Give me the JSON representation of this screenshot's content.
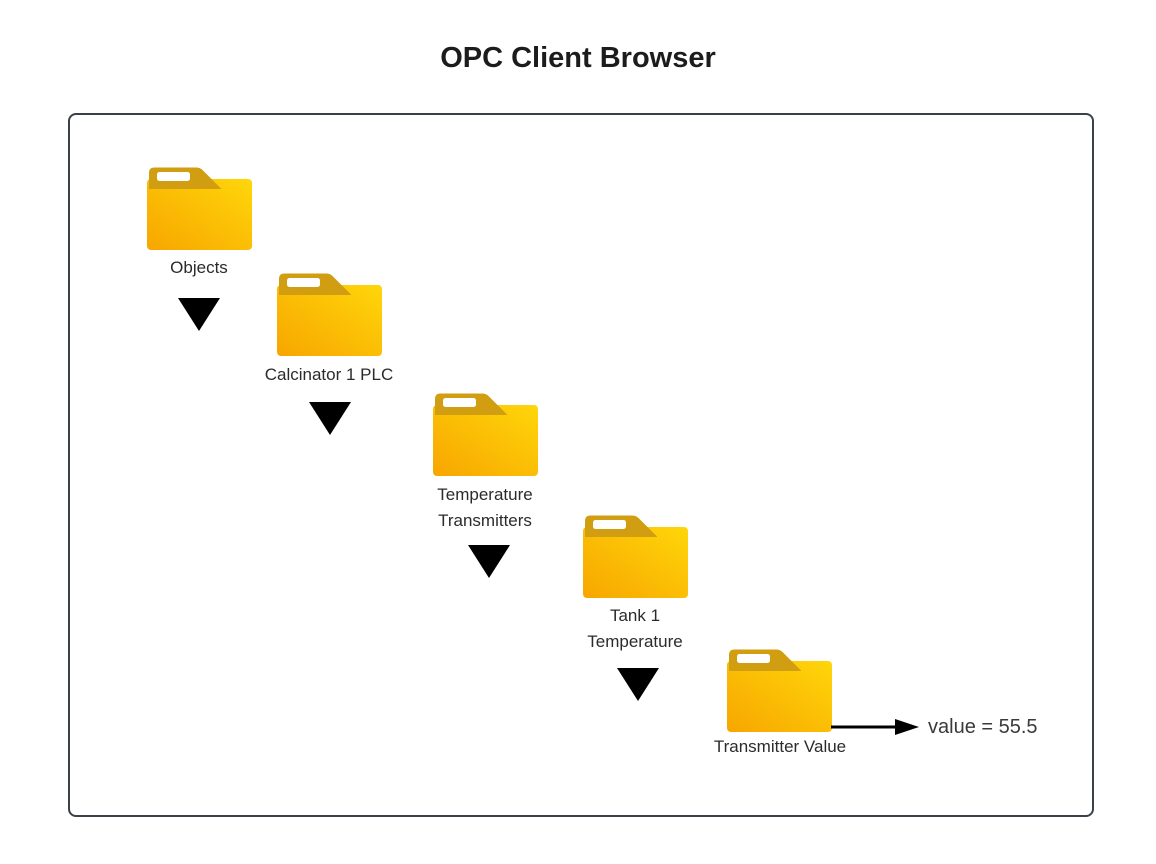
{
  "page": {
    "title": "OPC Client Browser"
  },
  "tree": {
    "nodes": [
      {
        "label": "Objects"
      },
      {
        "label": "Calcinator 1 PLC"
      },
      {
        "label": "Temperature Transmitters"
      },
      {
        "label": "Tank 1 Temperature"
      },
      {
        "label": "Transmitter Value"
      }
    ],
    "value_label": "value = 55.5"
  },
  "colors": {
    "folder_tab": "#D09E10",
    "folder_body_start": "#F7A600",
    "folder_body_end": "#FFD60A",
    "frame_border": "#3A4149",
    "expander": "#000000",
    "arrow": "#000000",
    "label_text": "#2B2B2B",
    "title_text": "#1C1C1C"
  }
}
